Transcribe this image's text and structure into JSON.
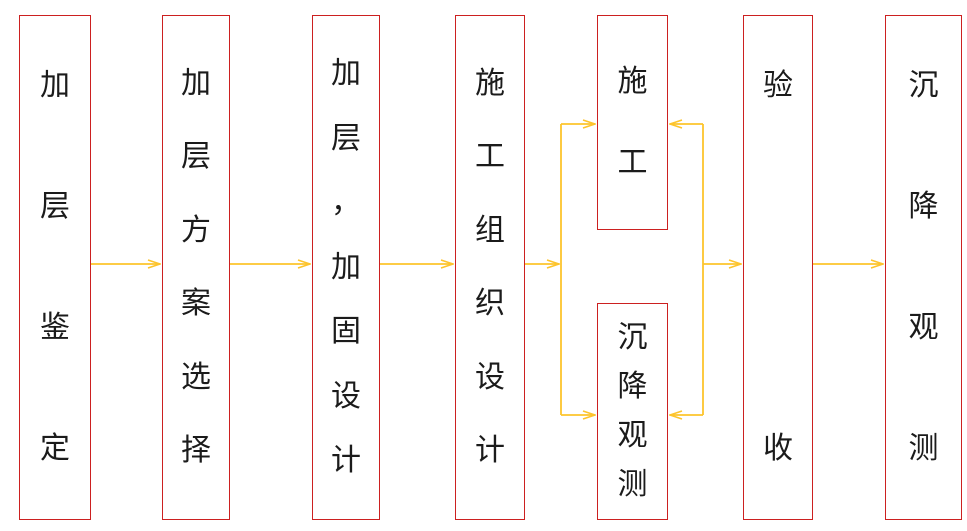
{
  "diagram": {
    "type": "flowchart",
    "background_color": "#ffffff",
    "box_border_color": "#cc2020",
    "arrow_color": "#fdc42c",
    "text_color": "#1b1b1b",
    "boxes": {
      "appraisal": {
        "label": "加层鉴定"
      },
      "plan_selection": {
        "label": "加层方案选择"
      },
      "addition_reinforcement_design": {
        "label": "加层，加固设计"
      },
      "construction_org_design": {
        "label": "施工组织设计"
      },
      "construction": {
        "label": "施工"
      },
      "settlement_observation_during": {
        "label": "沉降观测"
      },
      "acceptance": {
        "label": "验收"
      },
      "settlement_observation_final": {
        "label": "沉降观测"
      }
    },
    "connections": [
      {
        "from": "appraisal",
        "to": "plan_selection"
      },
      {
        "from": "plan_selection",
        "to": "addition_reinforcement_design"
      },
      {
        "from": "addition_reinforcement_design",
        "to": "construction_org_design"
      },
      {
        "from": "construction_org_design",
        "to": "construction"
      },
      {
        "from": "construction_org_design",
        "to": "settlement_observation_during"
      },
      {
        "from": "construction",
        "to": "acceptance"
      },
      {
        "from": "settlement_observation_during",
        "to": "acceptance"
      },
      {
        "from": "acceptance",
        "to": "settlement_observation_final"
      }
    ]
  }
}
